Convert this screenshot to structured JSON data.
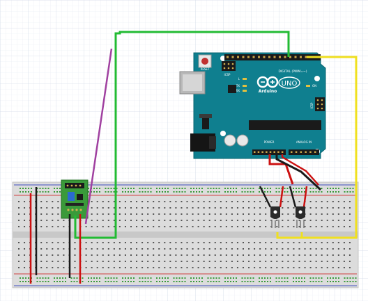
{
  "arduino": {
    "reset_label": "RESET",
    "icsp_label": "ICSP",
    "icsp_label_2": "ICSP",
    "tx_label": "TX",
    "rx_label": "RX",
    "on_label": "ON",
    "l_label": "L",
    "brand_label": "Arduino",
    "uno_label": "UNO",
    "digital_label": "DIGITAL (PWM=~)",
    "power_label": "POWER",
    "analog_label": "ANALOG IN",
    "board_color": "#0f7f8f"
  },
  "wires": {
    "green": "#22bb33",
    "yellow": "#f0e020",
    "red": "#cc1111",
    "black": "#1a1a1a",
    "purple": "#a040a0"
  },
  "breadboard": {
    "rail_red": "#d04040",
    "rail_blue": "#4050c0"
  }
}
